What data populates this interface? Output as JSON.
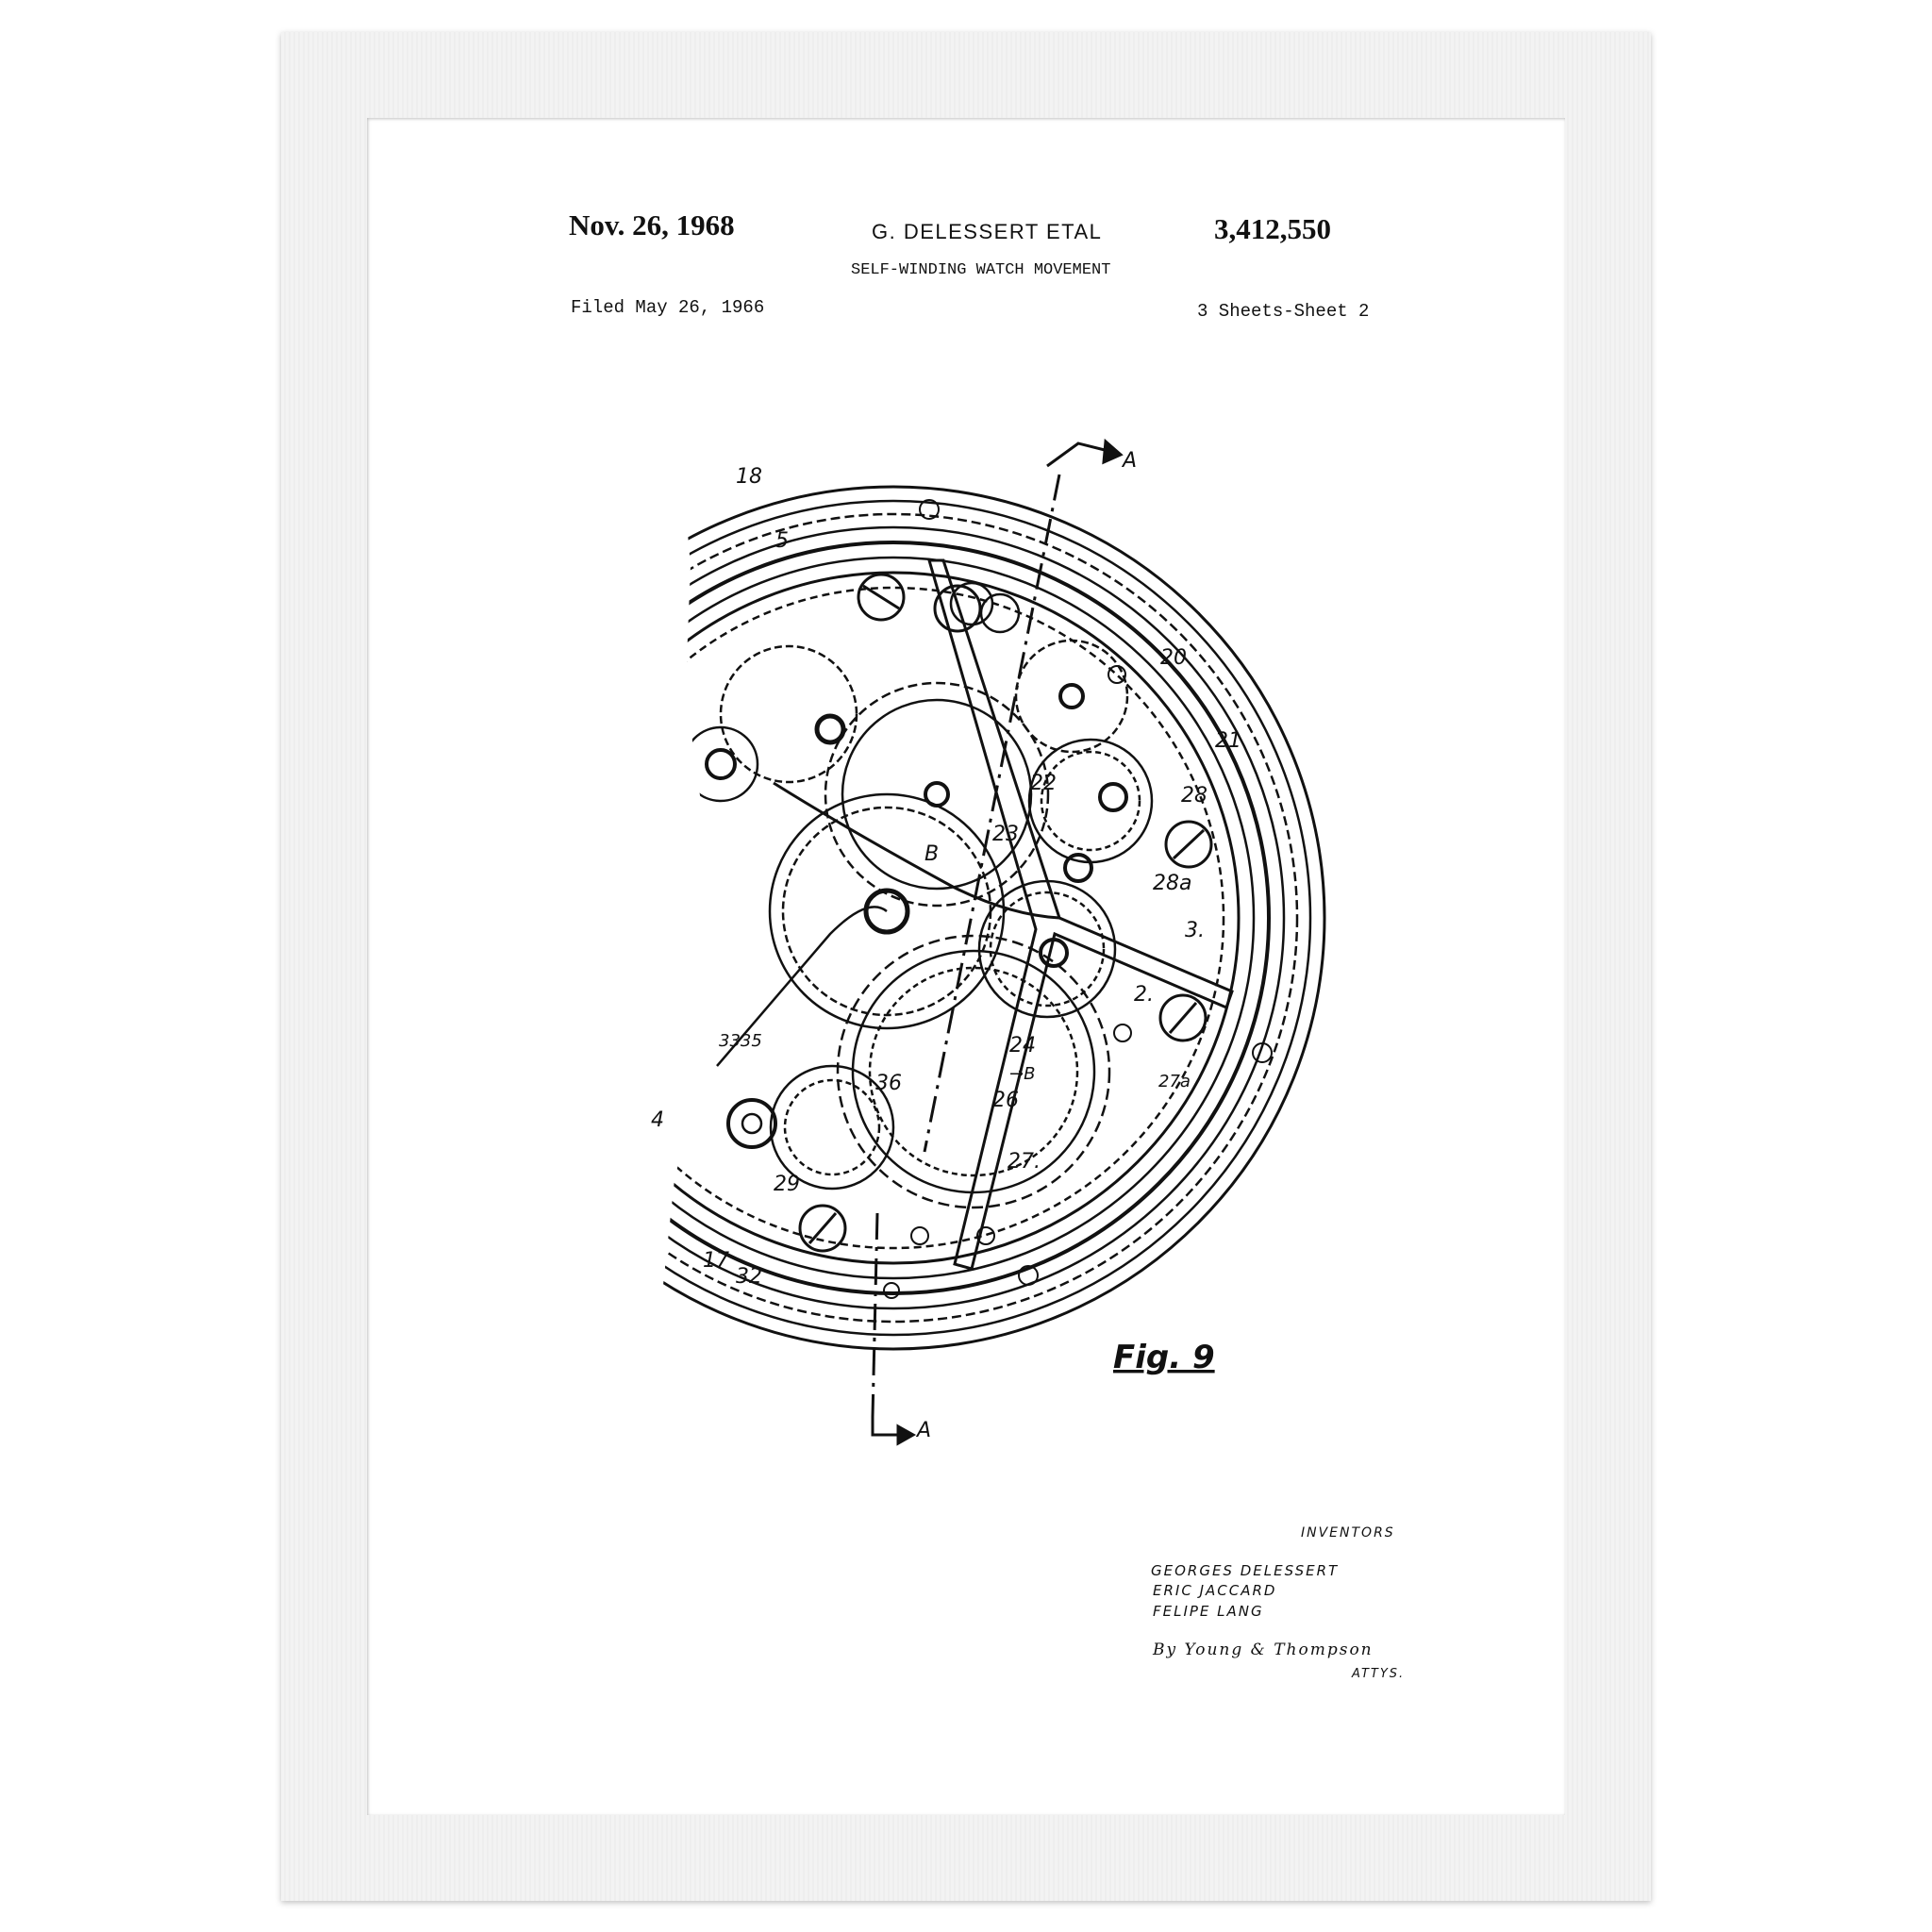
{
  "header": {
    "date": "Nov. 26, 1968",
    "inventor_short": "G. DELESSERT ETAL",
    "patent_number": "3,412,550",
    "title": "SELF-WINDING WATCH MOVEMENT",
    "filed": "Filed May 26, 1966",
    "sheets": "3 Sheets-Sheet 2"
  },
  "figure": {
    "caption": "Fig. 9",
    "section_label": "A",
    "labels": {
      "l18": "18",
      "l5": "5",
      "l20": "20",
      "l21": "21",
      "l22": "22",
      "l28": "28",
      "l23": "23",
      "l28a": "28a",
      "lB": "B",
      "l3": "3.",
      "l2": "2.",
      "l24": "24",
      "l27a": "27a",
      "l3335": "3335",
      "l36": "36",
      "lB2": "→B",
      "l26": "26",
      "l4": "4",
      "l27": "27.",
      "l29": "29",
      "l17": "17",
      "l32": "32"
    }
  },
  "signature": {
    "inventors_heading": "Inventors",
    "names": [
      "Georges Delessert",
      "Eric Jaccard",
      "Felipe Lang"
    ],
    "by_line": "By Young & Thompson",
    "attys": "Attys."
  }
}
